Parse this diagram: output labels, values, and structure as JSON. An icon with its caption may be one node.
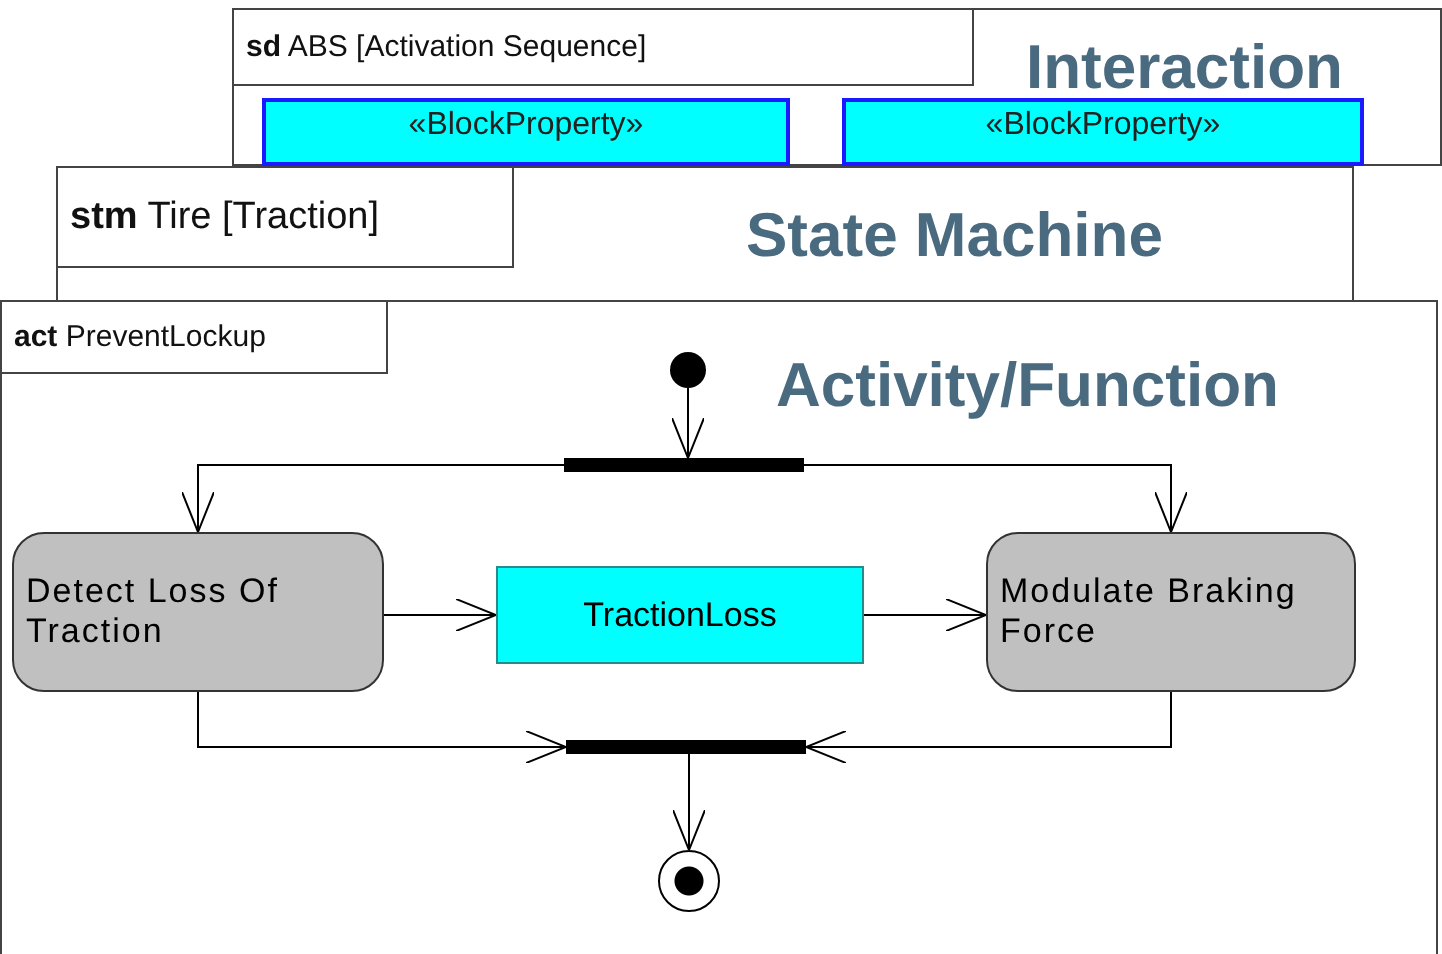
{
  "diagram": {
    "nodes": [
      {
        "text": [
          "**sd** ABS [Activation Sequence]",
          "Interaction"
        ]
      },
      {
        "text": [
          "«BlockProperty»"
        ],
        "in": 0
      },
      {
        "text": [
          "«BlockProperty»"
        ],
        "in": 0
      },
      {
        "text": [
          "**stm** Tire [Traction]",
          "State Machine"
        ]
      },
      {
        "text": [
          "**act** PreventLockup",
          "Activity/Function"
        ]
      },
      {
        "text": [],
        "shape": "circle",
        "in": 4
      },
      {
        "text": [],
        "shape": "bar",
        "in": 4
      },
      {
        "text": [
          "Detect Loss Of Traction"
        ],
        "in": 4
      },
      {
        "text": [
          "TractionLoss"
        ],
        "in": 4
      },
      {
        "text": [
          "Modulate Braking Force"
        ],
        "in": 4
      },
      {
        "text": [],
        "shape": "bar",
        "in": 4
      },
      {
        "text": [],
        "shape": "circle",
        "in": 4
      }
    ],
    "edges": [
      {
        "from": 5,
        "to": 6,
        "arrow": "to"
      },
      {
        "from": 6,
        "to": 7,
        "arrow": "to"
      },
      {
        "from": 6,
        "to": 9,
        "arrow": "to"
      },
      {
        "from": 7,
        "to": 8,
        "arrow": "to"
      },
      {
        "from": 8,
        "to": 9,
        "arrow": "to"
      },
      {
        "from": 7,
        "to": 10,
        "arrow": "to"
      },
      {
        "from": 9,
        "to": 10,
        "arrow": "to"
      },
      {
        "from": 10,
        "to": 11,
        "arrow": "to"
      }
    ]
  }
}
